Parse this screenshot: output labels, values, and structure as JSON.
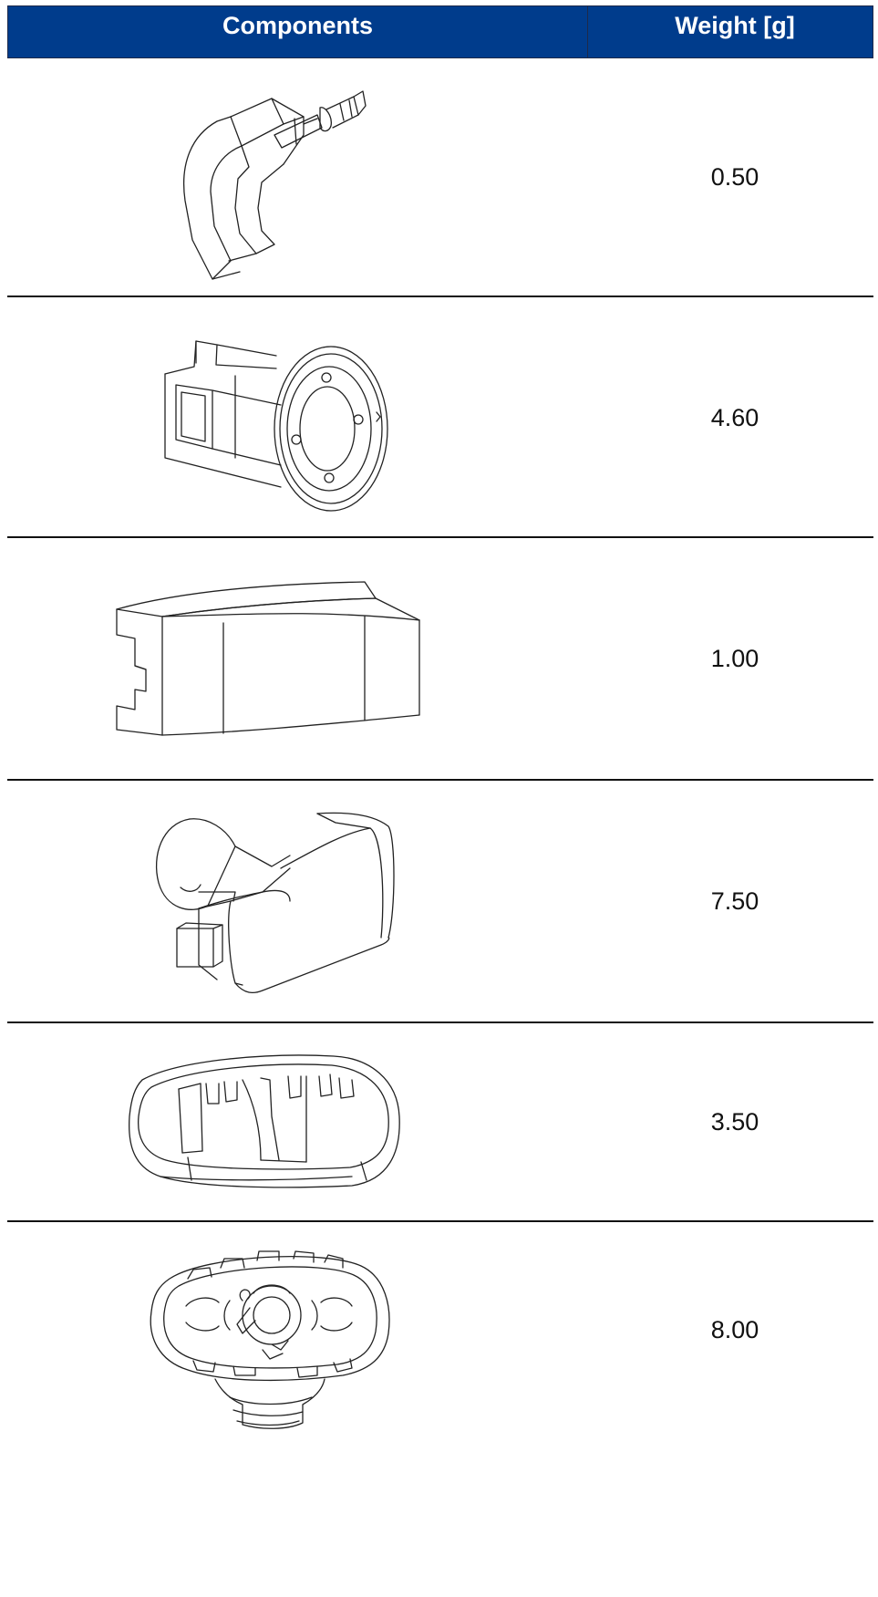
{
  "table": {
    "headers": {
      "components": "Components",
      "weight": "Weight [g]"
    },
    "rows": [
      {
        "component_icon": "hook-connector-drawing",
        "weight": "0.50"
      },
      {
        "component_icon": "cylindrical-valve-drawing",
        "weight": "4.60"
      },
      {
        "component_icon": "curved-clip-drawing",
        "weight": "1.00"
      },
      {
        "component_icon": "elbow-button-housing-drawing",
        "weight": "7.50"
      },
      {
        "component_icon": "oval-frame-drawing",
        "weight": "3.50"
      },
      {
        "component_icon": "oval-base-plate-drawing",
        "weight": "8.00"
      }
    ]
  }
}
